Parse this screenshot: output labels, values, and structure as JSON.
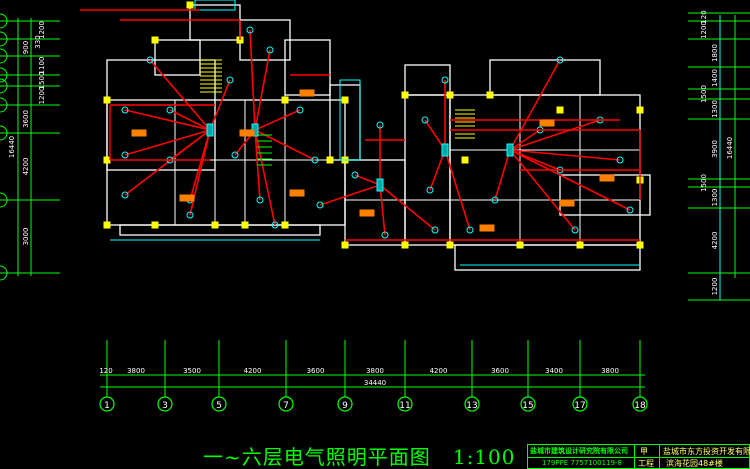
{
  "drawing_title": "一~六层电气照明平面图",
  "scale": "1:100",
  "title_block": {
    "design_institute": "盐城市建筑设计研究院有限公司",
    "certificate_no": "179PPE 7757100119-8",
    "client_label": "甲",
    "client": "盐城市东方投资开发有限公司",
    "project_label": "工程",
    "project": "滨海花园48#楼"
  },
  "bottom_dimensions": {
    "segments": [
      "120",
      "3800",
      "3500",
      "4200",
      "3600",
      "3800",
      "4200",
      "3600",
      "3400",
      "3800"
    ],
    "total": "34440",
    "axes": [
      "1",
      "3",
      "5",
      "7",
      "9",
      "11",
      "13",
      "15",
      "17",
      "18"
    ]
  },
  "left_dimensions": {
    "segments": [
      "1200",
      "900",
      "1100",
      "1500",
      "1200",
      "3600",
      "4200",
      "3000"
    ],
    "total": "16440",
    "extra": "330"
  },
  "right_dimensions": {
    "segments": [
      "120",
      "1200",
      "1800",
      "1400",
      "1500",
      "1300",
      "3900",
      "1500",
      "1300",
      "4200",
      "1200"
    ],
    "total": "16440"
  },
  "colors": {
    "axis": "#00ff00",
    "wire": "#ff0000",
    "wall": "#ffffff",
    "column": "#ffff00",
    "fixture": "#00ffff",
    "label": "#ff8000"
  }
}
